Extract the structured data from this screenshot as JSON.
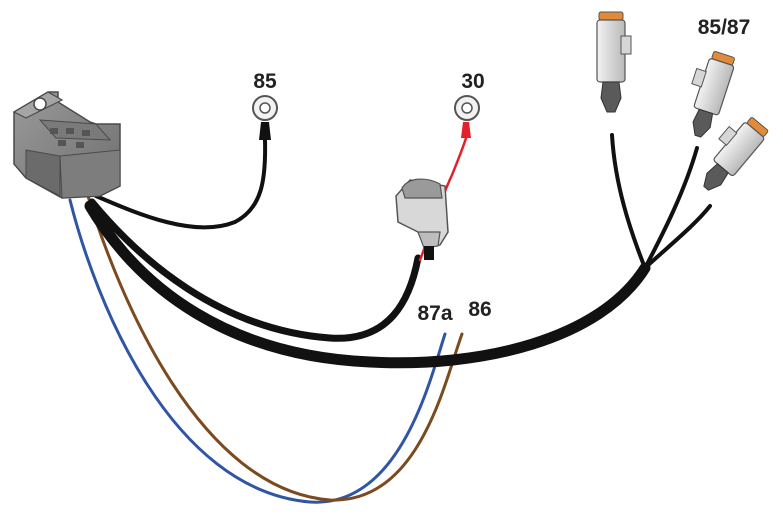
{
  "labels": {
    "terminal_85": "85",
    "terminal_30": "30",
    "connectors_85_87": "85/87",
    "wire_87a": "87a",
    "wire_86": "86"
  },
  "colors": {
    "black_wire": "#111111",
    "red_wire": "#e3212b",
    "blue_wire": "#2f55a4",
    "brown_wire": "#7b4a1f",
    "relay_body": "#8a8a8a",
    "connector_cap": "#e08a3a"
  }
}
